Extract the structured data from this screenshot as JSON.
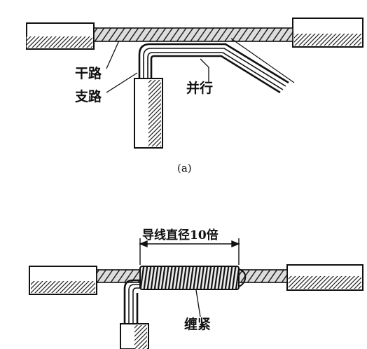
{
  "diagram_a": {
    "label_main_line": "干路",
    "label_branch_line": "支路",
    "label_parallel": "并行",
    "caption": "(a)"
  },
  "diagram_b": {
    "label_dimension": "导线直径10倍",
    "label_wrap_tight": "缠紧"
  }
}
